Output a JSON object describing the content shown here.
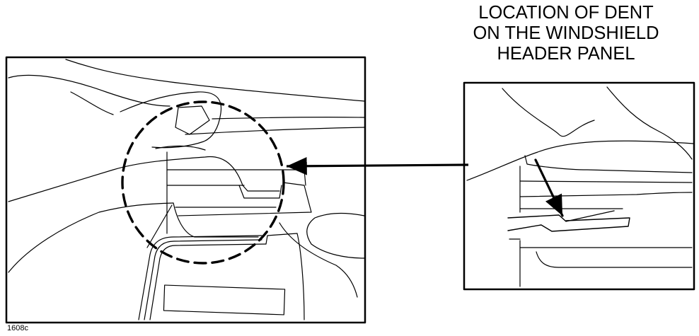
{
  "callout": {
    "lines": [
      "LOCATION OF DENT",
      "ON THE WINDSHIELD",
      "HEADER PANEL"
    ]
  },
  "figure_code": "1608c",
  "colors": {
    "ink": "#000000",
    "paper": "#ffffff"
  }
}
